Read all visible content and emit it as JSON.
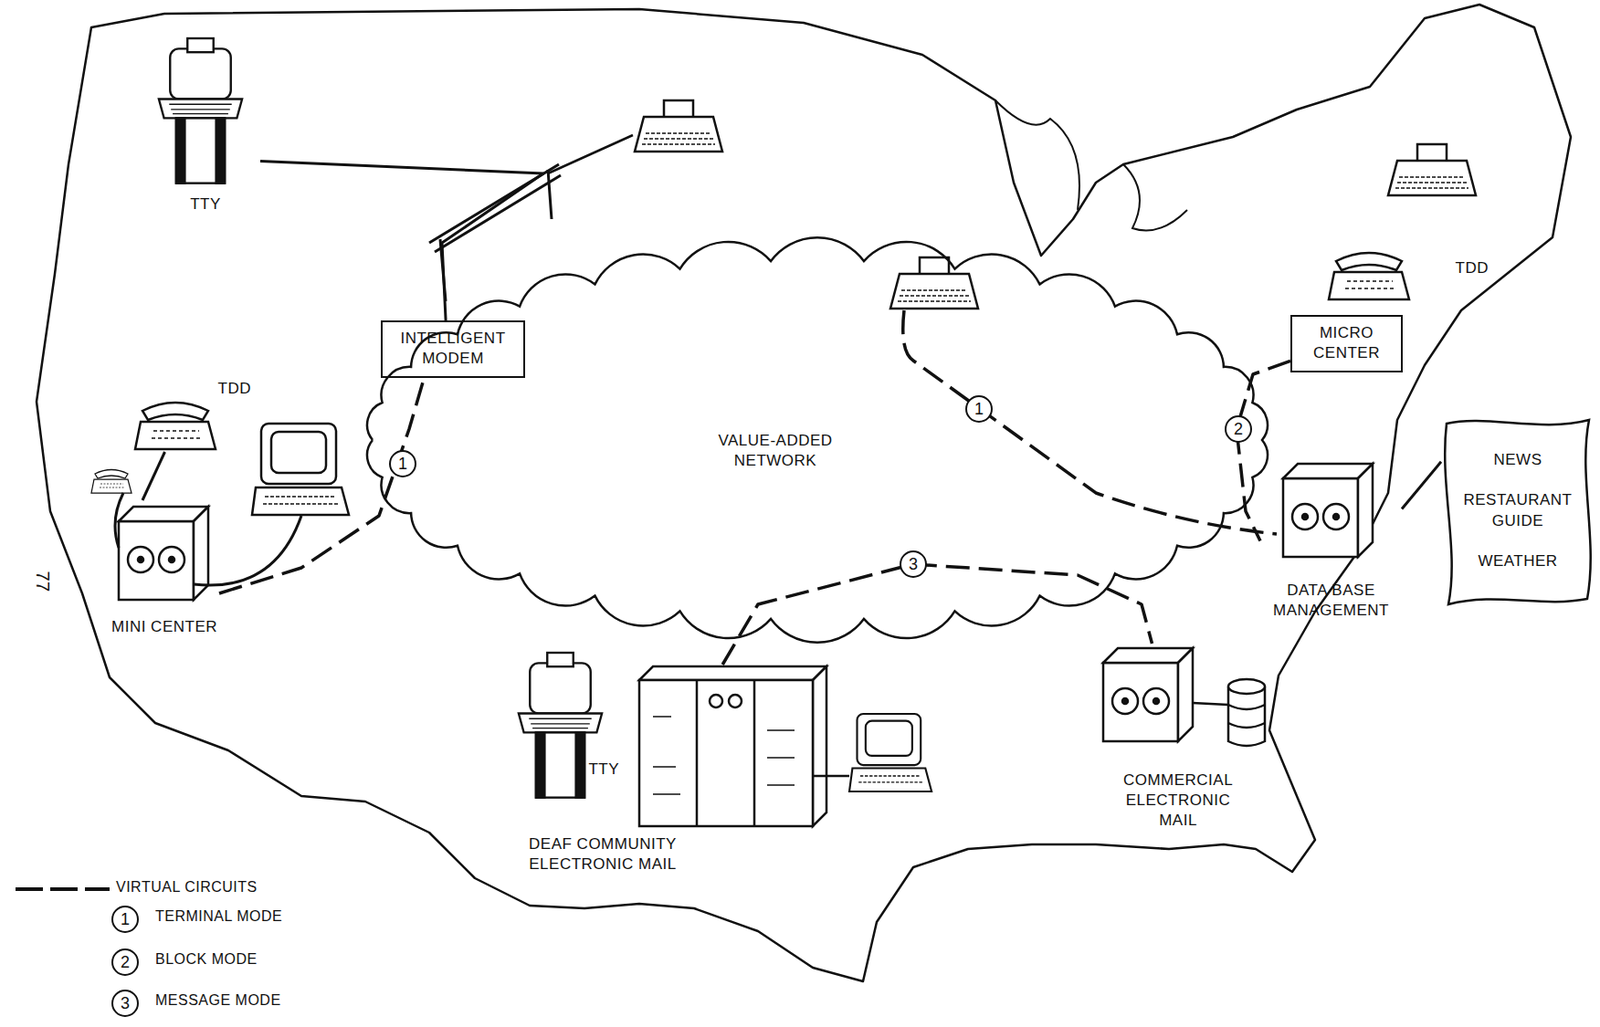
{
  "diagram": {
    "nodes": [
      {
        "text": [
          "TTY"
        ]
      },
      {
        "text": [
          "INTELLIGENT MODEM"
        ]
      },
      {
        "text": [
          "TDD"
        ]
      },
      {
        "text": [
          "MINI CENTER"
        ]
      },
      {
        "text": [
          "VALUE-ADDED NETWORK"
        ]
      },
      {
        "text": [
          "MICRO CENTER"
        ]
      },
      {
        "text": [
          "TDD"
        ]
      },
      {
        "text": [
          "DATA BASE MANAGEMENT"
        ]
      },
      {
        "text": [
          "NEWS",
          "RESTAURANT GUIDE",
          "WEATHER"
        ]
      },
      {
        "text": [
          "TTY"
        ]
      },
      {
        "text": [
          "DEAF COMMUNITY ELECTRONIC MAIL"
        ]
      },
      {
        "text": [
          "COMMERCIAL ELECTRONIC MAIL"
        ]
      }
    ],
    "edges": [
      {
        "from": 0,
        "to": 1,
        "arrow": "none"
      },
      {
        "from": 2,
        "to": 3,
        "arrow": "none"
      },
      {
        "from": 3,
        "to": 1,
        "label": "1",
        "arrow": "none"
      },
      {
        "from": 5,
        "to": 7,
        "label": "2",
        "arrow": "none"
      },
      {
        "from": 7,
        "to": 8,
        "arrow": "none"
      },
      {
        "from": 10,
        "to": 11,
        "label": "3",
        "arrow": "none"
      }
    ],
    "labels": [
      "1",
      "77",
      "1",
      "2",
      "3"
    ],
    "legend": [
      {
        "text": "VIRTUAL CIRCUITS"
      },
      {
        "text": "TERMINAL MODE"
      },
      {
        "text": "BLOCK MODE"
      },
      {
        "text": "MESSAGE MODE"
      }
    ]
  }
}
